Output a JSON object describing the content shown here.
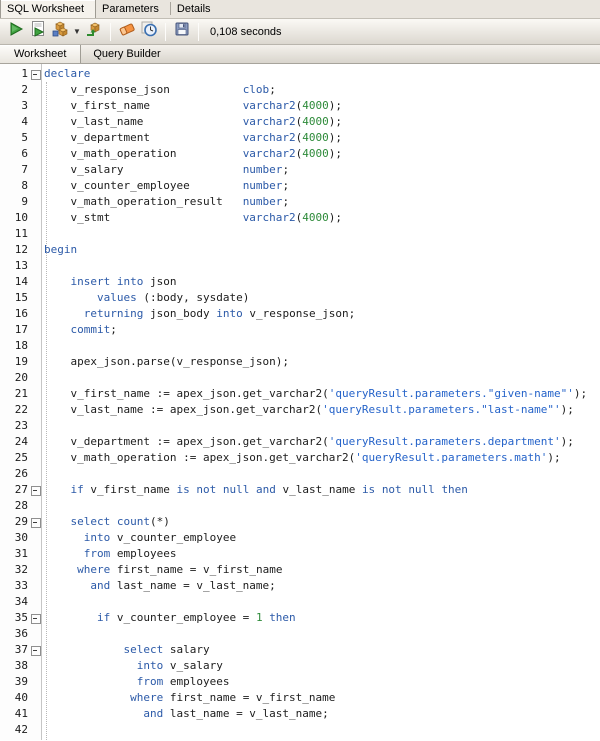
{
  "doc_tabs": [
    {
      "label": "SQL Worksheet",
      "active": true
    },
    {
      "label": "Parameters",
      "active": false
    },
    {
      "label": "Details",
      "active": false
    }
  ],
  "toolbar": {
    "timer": "0,108 seconds",
    "icons": [
      "run-statement",
      "run-script",
      "commit",
      "commit-dropdown",
      "rollback",
      "clear",
      "sql-history",
      "save"
    ]
  },
  "editor_tabs": [
    {
      "label": "Worksheet",
      "active": true
    },
    {
      "label": "Query Builder",
      "active": false
    }
  ],
  "colors": {
    "keyword": "#2c5aa8",
    "string": "#2563c9",
    "number": "#2e8b3a",
    "plain": "#1c1c1c",
    "run_green": "#3fa23f",
    "eraser_orange": "#f59342"
  },
  "editor": {
    "lines": [
      {
        "n": 1,
        "fold": true,
        "t": [
          [
            "k",
            "declare"
          ]
        ]
      },
      {
        "n": 2,
        "t": [
          [
            "p",
            "    v_response_json           "
          ],
          [
            "k",
            "clob"
          ],
          [
            "p",
            ";"
          ]
        ]
      },
      {
        "n": 3,
        "t": [
          [
            "p",
            "    v_first_name              "
          ],
          [
            "k",
            "varchar2"
          ],
          [
            "p",
            "("
          ],
          [
            "n",
            "4000"
          ],
          [
            "p",
            ");"
          ]
        ]
      },
      {
        "n": 4,
        "t": [
          [
            "p",
            "    v_last_name               "
          ],
          [
            "k",
            "varchar2"
          ],
          [
            "p",
            "("
          ],
          [
            "n",
            "4000"
          ],
          [
            "p",
            ");"
          ]
        ]
      },
      {
        "n": 5,
        "t": [
          [
            "p",
            "    v_department              "
          ],
          [
            "k",
            "varchar2"
          ],
          [
            "p",
            "("
          ],
          [
            "n",
            "4000"
          ],
          [
            "p",
            ");"
          ]
        ]
      },
      {
        "n": 6,
        "t": [
          [
            "p",
            "    v_math_operation          "
          ],
          [
            "k",
            "varchar2"
          ],
          [
            "p",
            "("
          ],
          [
            "n",
            "4000"
          ],
          [
            "p",
            ");"
          ]
        ]
      },
      {
        "n": 7,
        "t": [
          [
            "p",
            "    v_salary                  "
          ],
          [
            "k",
            "number"
          ],
          [
            "p",
            ";"
          ]
        ]
      },
      {
        "n": 8,
        "t": [
          [
            "p",
            "    v_counter_employee        "
          ],
          [
            "k",
            "number"
          ],
          [
            "p",
            ";"
          ]
        ]
      },
      {
        "n": 9,
        "t": [
          [
            "p",
            "    v_math_operation_result   "
          ],
          [
            "k",
            "number"
          ],
          [
            "p",
            ";"
          ]
        ]
      },
      {
        "n": 10,
        "t": [
          [
            "p",
            "    v_stmt                    "
          ],
          [
            "k",
            "varchar2"
          ],
          [
            "p",
            "("
          ],
          [
            "n",
            "4000"
          ],
          [
            "p",
            ");"
          ]
        ]
      },
      {
        "n": 11,
        "t": []
      },
      {
        "n": 12,
        "t": [
          [
            "k",
            "begin"
          ]
        ]
      },
      {
        "n": 13,
        "t": []
      },
      {
        "n": 14,
        "t": [
          [
            "p",
            "    "
          ],
          [
            "k",
            "insert"
          ],
          [
            "p",
            " "
          ],
          [
            "k",
            "into"
          ],
          [
            "p",
            " json"
          ]
        ]
      },
      {
        "n": 15,
        "t": [
          [
            "p",
            "        "
          ],
          [
            "k",
            "values"
          ],
          [
            "p",
            " (:body, sysdate)"
          ]
        ]
      },
      {
        "n": 16,
        "t": [
          [
            "p",
            "      "
          ],
          [
            "k",
            "returning"
          ],
          [
            "p",
            " json_body "
          ],
          [
            "k",
            "into"
          ],
          [
            "p",
            " v_response_json;"
          ]
        ]
      },
      {
        "n": 17,
        "t": [
          [
            "p",
            "    "
          ],
          [
            "k",
            "commit"
          ],
          [
            "p",
            ";"
          ]
        ]
      },
      {
        "n": 18,
        "t": []
      },
      {
        "n": 19,
        "t": [
          [
            "p",
            "    apex_json.parse(v_response_json);"
          ]
        ]
      },
      {
        "n": 20,
        "t": []
      },
      {
        "n": 21,
        "t": [
          [
            "p",
            "    v_first_name := apex_json.get_varchar2("
          ],
          [
            "s",
            "'queryResult.parameters.\"given-name\"'"
          ],
          [
            "p",
            ");"
          ]
        ]
      },
      {
        "n": 22,
        "t": [
          [
            "p",
            "    v_last_name := apex_json.get_varchar2("
          ],
          [
            "s",
            "'queryResult.parameters.\"last-name\"'"
          ],
          [
            "p",
            ");"
          ]
        ]
      },
      {
        "n": 23,
        "t": []
      },
      {
        "n": 24,
        "t": [
          [
            "p",
            "    v_department := apex_json.get_varchar2("
          ],
          [
            "s",
            "'queryResult.parameters.department'"
          ],
          [
            "p",
            ");"
          ]
        ]
      },
      {
        "n": 25,
        "t": [
          [
            "p",
            "    v_math_operation := apex_json.get_varchar2("
          ],
          [
            "s",
            "'queryResult.parameters.math'"
          ],
          [
            "p",
            ");"
          ]
        ]
      },
      {
        "n": 26,
        "t": []
      },
      {
        "n": 27,
        "fold": true,
        "t": [
          [
            "p",
            "    "
          ],
          [
            "k",
            "if"
          ],
          [
            "p",
            " v_first_name "
          ],
          [
            "k",
            "is"
          ],
          [
            "p",
            " "
          ],
          [
            "k",
            "not"
          ],
          [
            "p",
            " "
          ],
          [
            "k",
            "null"
          ],
          [
            "p",
            " "
          ],
          [
            "k",
            "and"
          ],
          [
            "p",
            " v_last_name "
          ],
          [
            "k",
            "is"
          ],
          [
            "p",
            " "
          ],
          [
            "k",
            "not"
          ],
          [
            "p",
            " "
          ],
          [
            "k",
            "null"
          ],
          [
            "p",
            " "
          ],
          [
            "k",
            "then"
          ]
        ]
      },
      {
        "n": 28,
        "t": []
      },
      {
        "n": 29,
        "fold": true,
        "t": [
          [
            "p",
            "    "
          ],
          [
            "k",
            "select"
          ],
          [
            "p",
            " "
          ],
          [
            "k",
            "count"
          ],
          [
            "p",
            "(*)"
          ]
        ]
      },
      {
        "n": 30,
        "t": [
          [
            "p",
            "      "
          ],
          [
            "k",
            "into"
          ],
          [
            "p",
            " v_counter_employee"
          ]
        ]
      },
      {
        "n": 31,
        "t": [
          [
            "p",
            "      "
          ],
          [
            "k",
            "from"
          ],
          [
            "p",
            " employees"
          ]
        ]
      },
      {
        "n": 32,
        "t": [
          [
            "p",
            "     "
          ],
          [
            "k",
            "where"
          ],
          [
            "p",
            " first_name = v_first_name"
          ]
        ]
      },
      {
        "n": 33,
        "t": [
          [
            "p",
            "       "
          ],
          [
            "k",
            "and"
          ],
          [
            "p",
            " last_name = v_last_name;"
          ]
        ]
      },
      {
        "n": 34,
        "t": []
      },
      {
        "n": 35,
        "fold": true,
        "t": [
          [
            "p",
            "        "
          ],
          [
            "k",
            "if"
          ],
          [
            "p",
            " v_counter_employee = "
          ],
          [
            "n",
            "1"
          ],
          [
            "p",
            " "
          ],
          [
            "k",
            "then"
          ]
        ]
      },
      {
        "n": 36,
        "t": []
      },
      {
        "n": 37,
        "fold": true,
        "t": [
          [
            "p",
            "            "
          ],
          [
            "k",
            "select"
          ],
          [
            "p",
            " salary"
          ]
        ]
      },
      {
        "n": 38,
        "t": [
          [
            "p",
            "              "
          ],
          [
            "k",
            "into"
          ],
          [
            "p",
            " v_salary"
          ]
        ]
      },
      {
        "n": 39,
        "t": [
          [
            "p",
            "              "
          ],
          [
            "k",
            "from"
          ],
          [
            "p",
            " employees"
          ]
        ]
      },
      {
        "n": 40,
        "t": [
          [
            "p",
            "             "
          ],
          [
            "k",
            "where"
          ],
          [
            "p",
            " first_name = v_first_name"
          ]
        ]
      },
      {
        "n": 41,
        "t": [
          [
            "p",
            "               "
          ],
          [
            "k",
            "and"
          ],
          [
            "p",
            " last_name = v_last_name;"
          ]
        ]
      },
      {
        "n": 42,
        "t": []
      }
    ]
  }
}
